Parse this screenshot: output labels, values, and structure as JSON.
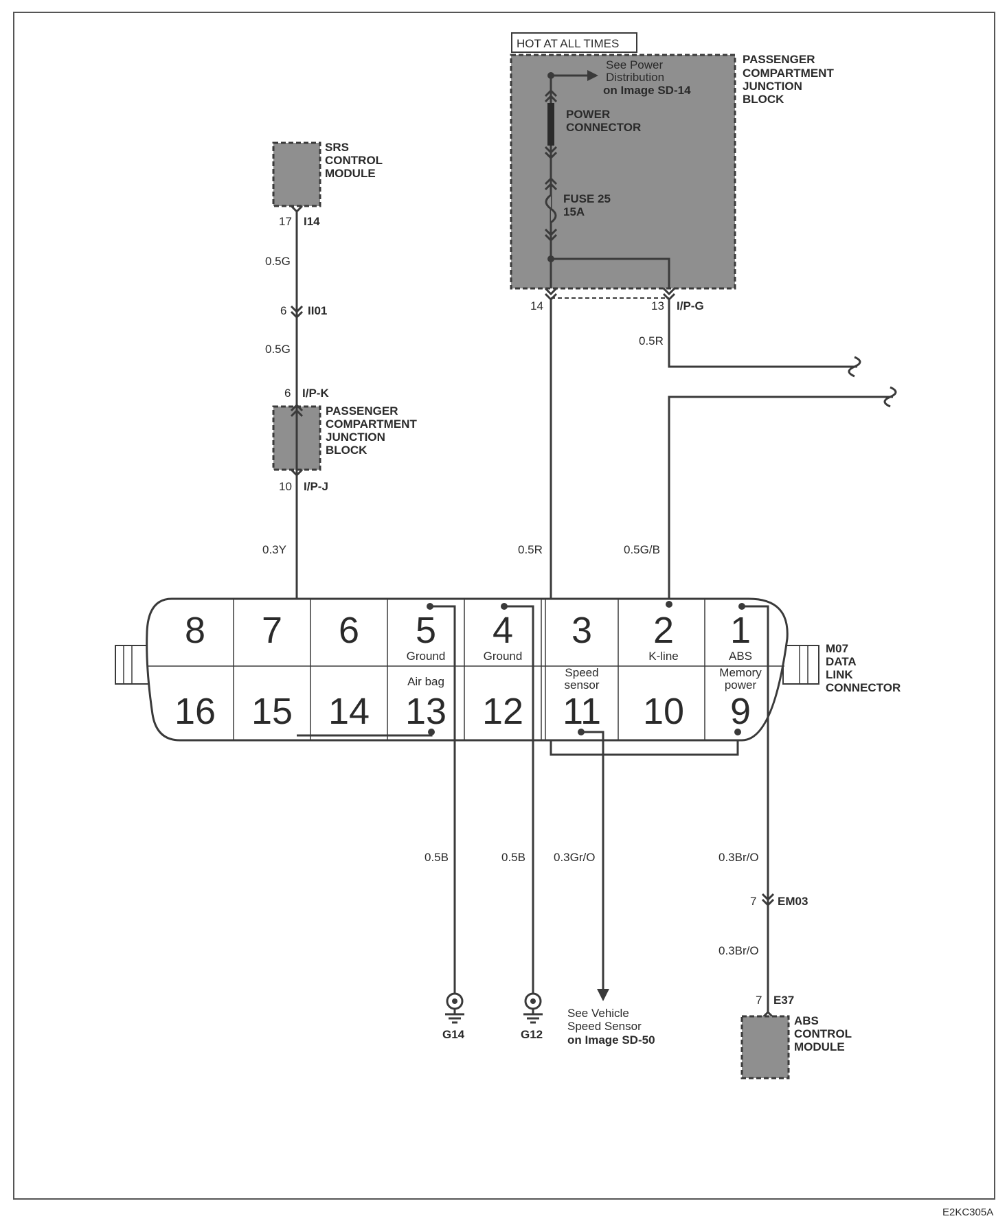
{
  "hot_label": "HOT AT ALL TIMES",
  "power_dist": [
    "See Power",
    "Distribution",
    "on Image SD-14"
  ],
  "jb_top_label": [
    "PASSENGER",
    "COMPARTMENT",
    "JUNCTION",
    "BLOCK"
  ],
  "power_connector": [
    "POWER",
    "CONNECTOR"
  ],
  "fuse": [
    "FUSE 25",
    "15A"
  ],
  "srs_label": [
    "SRS",
    "CONTROL",
    "MODULE"
  ],
  "jb_left_label": [
    "PASSENGER",
    "COMPARTMENT",
    "JUNCTION",
    "BLOCK"
  ],
  "dlc_label": [
    "M07",
    "DATA",
    "LINK",
    "CONNECTOR"
  ],
  "abs_label": [
    "ABS",
    "CONTROL",
    "MODULE"
  ],
  "vss_note": [
    "See Vehicle",
    "Speed Sensor",
    "on Image SD-50"
  ],
  "image_code": "E2KC305A",
  "pins_top": [
    {
      "num": "8",
      "sub": ""
    },
    {
      "num": "7",
      "sub": ""
    },
    {
      "num": "6",
      "sub": ""
    },
    {
      "num": "5",
      "sub": "Ground"
    },
    {
      "num": "4",
      "sub": "Ground"
    },
    {
      "num": "3",
      "sub": ""
    },
    {
      "num": "2",
      "sub": "K-line"
    },
    {
      "num": "1",
      "sub": "ABS"
    }
  ],
  "pins_bottom": [
    {
      "num": "16",
      "sub": []
    },
    {
      "num": "15",
      "sub": []
    },
    {
      "num": "14",
      "sub": []
    },
    {
      "num": "13",
      "sub": [
        "Air bag"
      ]
    },
    {
      "num": "12",
      "sub": []
    },
    {
      "num": "11",
      "sub": [
        "Speed",
        "sensor"
      ]
    },
    {
      "num": "10",
      "sub": []
    },
    {
      "num": "9",
      "sub": [
        "Memory",
        "power"
      ]
    }
  ],
  "pin_labels": {
    "srs_pin": "17",
    "srs_conn": "I14",
    "i101_pin": "6",
    "i101_conn": "II01",
    "ipk_pin": "6",
    "ipk_conn": "I/P-K",
    "ipj_pin": "10",
    "ipj_conn": "I/P-J",
    "pin14": "14",
    "ipg_pin": "13",
    "ipg_conn": "I/P-G",
    "em03_pin": "7",
    "em03_conn": "EM03",
    "e37_pin": "7",
    "e37_conn": "E37"
  },
  "wires": {
    "w_srs1": "0.5G",
    "w_srs2": "0.5G",
    "w_y": "0.3Y",
    "w_r_top": "0.5R",
    "w_r_mid": "0.5R",
    "w_gb": "0.5G/B",
    "w_b1": "0.5B",
    "w_b2": "0.5B",
    "w_gro": "0.3Gr/O",
    "w_bro1": "0.3Br/O",
    "w_bro2": "0.3Br/O"
  },
  "grounds": {
    "g14": "G14",
    "g12": "G12"
  }
}
